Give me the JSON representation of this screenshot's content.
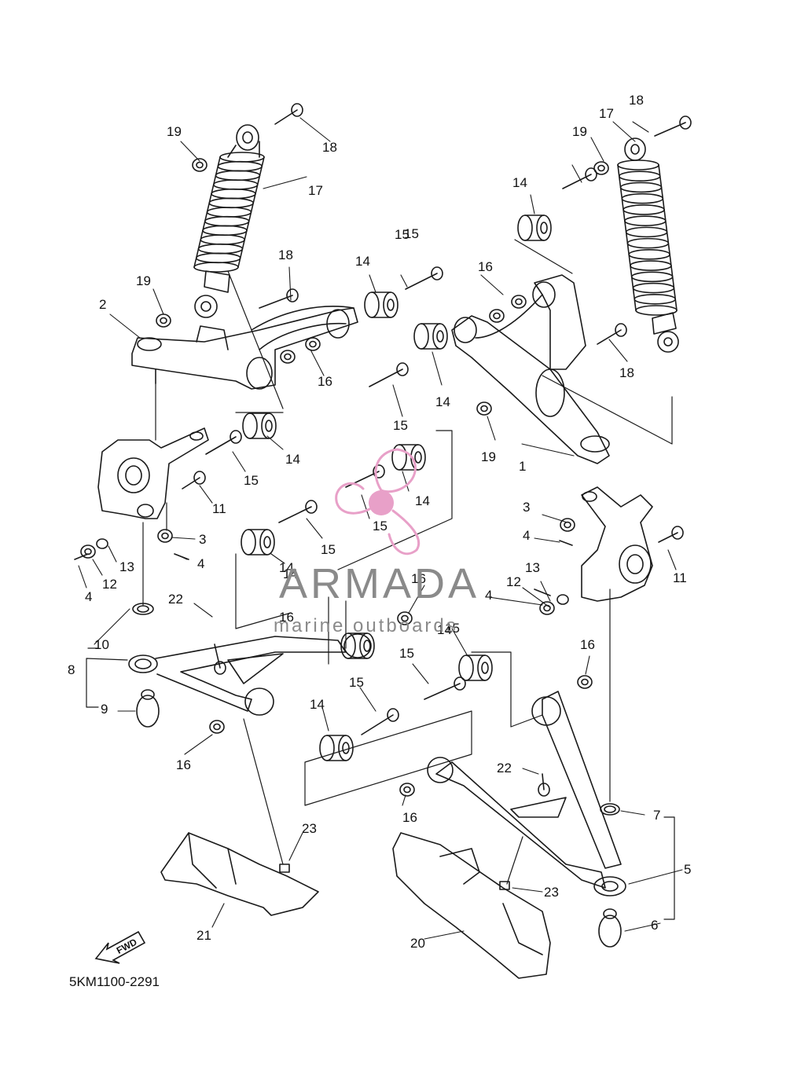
{
  "diagram": {
    "code": "5KM1100-2291",
    "fwd_label": "FWD",
    "colors": {
      "line": "#1a1a1a",
      "watermark_pink": "#e8a0c8",
      "watermark_grey": "#8a8a8a"
    },
    "watermark": {
      "title": "ARMADA",
      "subtitle": "marine outboards",
      "icon": "propeller-icon"
    },
    "callouts": [
      {
        "n": "1"
      },
      {
        "n": "2"
      },
      {
        "n": "3"
      },
      {
        "n": "3"
      },
      {
        "n": "4"
      },
      {
        "n": "4"
      },
      {
        "n": "4"
      },
      {
        "n": "4"
      },
      {
        "n": "5"
      },
      {
        "n": "6"
      },
      {
        "n": "7"
      },
      {
        "n": "8"
      },
      {
        "n": "9"
      },
      {
        "n": "10"
      },
      {
        "n": "11"
      },
      {
        "n": "11"
      },
      {
        "n": "12"
      },
      {
        "n": "12"
      },
      {
        "n": "13"
      },
      {
        "n": "13"
      },
      {
        "n": "14"
      },
      {
        "n": "14"
      },
      {
        "n": "14"
      },
      {
        "n": "14"
      },
      {
        "n": "14"
      },
      {
        "n": "14"
      },
      {
        "n": "14"
      },
      {
        "n": "14"
      },
      {
        "n": "14"
      },
      {
        "n": "15"
      },
      {
        "n": "15"
      },
      {
        "n": "15"
      },
      {
        "n": "15"
      },
      {
        "n": "15"
      },
      {
        "n": "15"
      },
      {
        "n": "15"
      },
      {
        "n": "15"
      },
      {
        "n": "15"
      },
      {
        "n": "16"
      },
      {
        "n": "16"
      },
      {
        "n": "16"
      },
      {
        "n": "16"
      },
      {
        "n": "16"
      },
      {
        "n": "16"
      },
      {
        "n": "16"
      },
      {
        "n": "17"
      },
      {
        "n": "17"
      },
      {
        "n": "18"
      },
      {
        "n": "18"
      },
      {
        "n": "18"
      },
      {
        "n": "18"
      },
      {
        "n": "19"
      },
      {
        "n": "19"
      },
      {
        "n": "19"
      },
      {
        "n": "19"
      },
      {
        "n": "20"
      },
      {
        "n": "21"
      },
      {
        "n": "22"
      },
      {
        "n": "22"
      },
      {
        "n": "23"
      },
      {
        "n": "23"
      }
    ]
  }
}
